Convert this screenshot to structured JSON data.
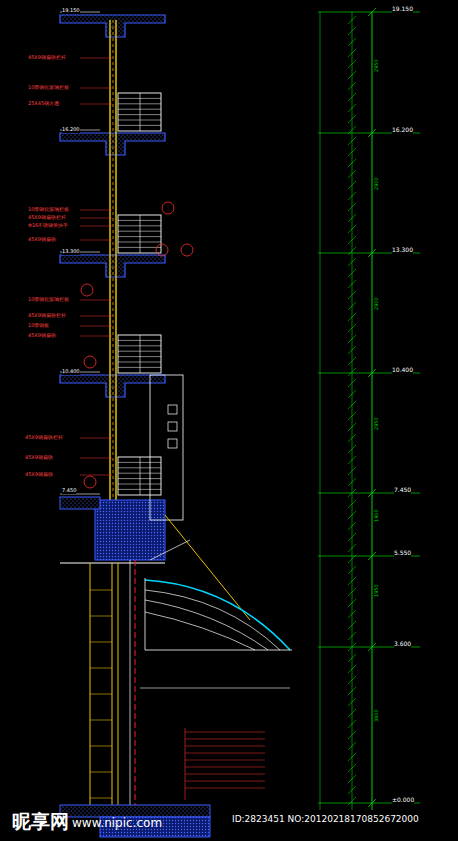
{
  "diagram": {
    "labels": [
      "19.150",
      "16.200",
      "13.300",
      "10.400",
      "7.450",
      "5.550",
      "3.600",
      "±0.000",
      "2950",
      "2900",
      "2900",
      "2950",
      "1900",
      "1950",
      "3600",
      "19.150",
      "16.200",
      "13.300",
      "10.400",
      "7.450",
      "45X9钢扁铁栏杆",
      "10厚钢化玻璃栏板",
      "25X45钢方通",
      "10厚钢化玻璃栏板",
      "45X9钢扁铁栏杆",
      "Φ16不锈钢管扶手",
      "45X9钢扁铁",
      "10厚钢化玻璃栏板",
      "45X9钢扁铁栏杆",
      "10厚钢板",
      "45X9钢扁铁",
      "45X9钢扁铁栏杆",
      "45X9钢扁铁",
      "45X9钢扁铁",
      "昵享网",
      "www.nipic.com",
      "ID:2823451 NO:20120218170852672000"
    ]
  }
}
